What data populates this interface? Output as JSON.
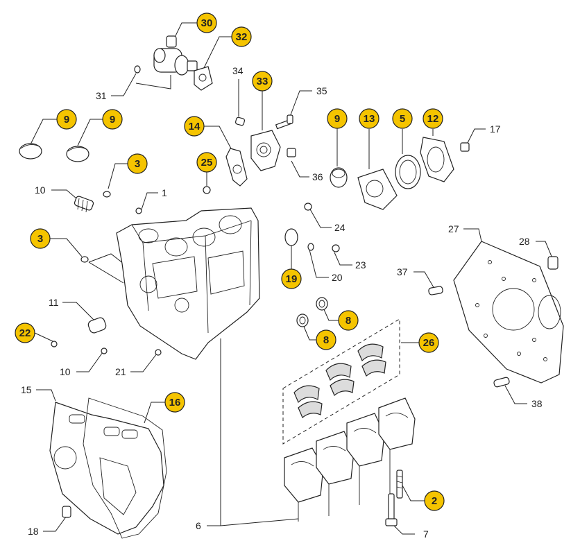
{
  "diagram": {
    "plain_labels": [
      {
        "id": "p1",
        "text": "1"
      },
      {
        "id": "p6",
        "text": "6"
      },
      {
        "id": "p7",
        "text": "7"
      },
      {
        "id": "p10a",
        "text": "10"
      },
      {
        "id": "p10b",
        "text": "10"
      },
      {
        "id": "p11",
        "text": "11"
      },
      {
        "id": "p15",
        "text": "15"
      },
      {
        "id": "p17",
        "text": "17"
      },
      {
        "id": "p18",
        "text": "18"
      },
      {
        "id": "p20",
        "text": "20"
      },
      {
        "id": "p21",
        "text": "21"
      },
      {
        "id": "p23",
        "text": "23"
      },
      {
        "id": "p24",
        "text": "24"
      },
      {
        "id": "p27",
        "text": "27"
      },
      {
        "id": "p28",
        "text": "28"
      },
      {
        "id": "p31",
        "text": "31"
      },
      {
        "id": "p34",
        "text": "34"
      },
      {
        "id": "p35",
        "text": "35"
      },
      {
        "id": "p36",
        "text": "36"
      },
      {
        "id": "p37",
        "text": "37"
      },
      {
        "id": "p38",
        "text": "38"
      }
    ],
    "callouts": [
      {
        "id": "c30",
        "text": "30"
      },
      {
        "id": "c32",
        "text": "32"
      },
      {
        "id": "c33",
        "text": "33"
      },
      {
        "id": "c9a",
        "text": "9"
      },
      {
        "id": "c9b",
        "text": "9"
      },
      {
        "id": "c9c",
        "text": "9"
      },
      {
        "id": "c13",
        "text": "13"
      },
      {
        "id": "c5",
        "text": "5"
      },
      {
        "id": "c12",
        "text": "12"
      },
      {
        "id": "c14",
        "text": "14"
      },
      {
        "id": "c3a",
        "text": "3"
      },
      {
        "id": "c3b",
        "text": "3"
      },
      {
        "id": "c25",
        "text": "25"
      },
      {
        "id": "c19",
        "text": "19"
      },
      {
        "id": "c8a",
        "text": "8"
      },
      {
        "id": "c8b",
        "text": "8"
      },
      {
        "id": "c26",
        "text": "26"
      },
      {
        "id": "c22",
        "text": "22"
      },
      {
        "id": "c16",
        "text": "16"
      },
      {
        "id": "c2",
        "text": "2"
      }
    ],
    "colors": {
      "callout_fill": "#f5c400",
      "line": "#222222"
    }
  }
}
